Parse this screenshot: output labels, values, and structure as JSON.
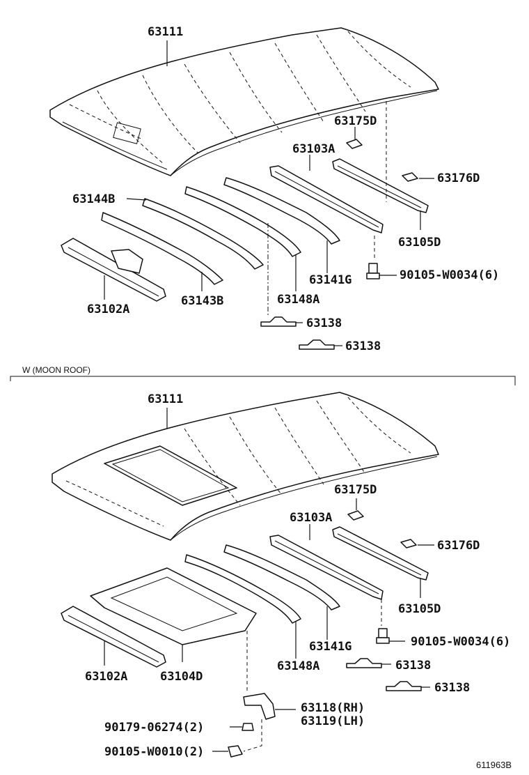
{
  "section_header": "W (MOON ROOF)",
  "reference_number": "611963B",
  "top_section": {
    "labels": {
      "roof_panel": "63111",
      "bracket_175": "63175D",
      "rail_103": "63103A",
      "bracket_176": "63176D",
      "bow_144": "63144B",
      "rail_105": "63105D",
      "bolt": "90105-W0034(6)",
      "bow_141": "63141G",
      "front_rail": "63102A",
      "bow_143": "63143B",
      "bow_148": "63148A",
      "clip_1": "63138",
      "clip_2": "63138"
    }
  },
  "bottom_section": {
    "labels": {
      "roof_panel": "63111",
      "bracket_175": "63175D",
      "rail_103": "63103A",
      "bracket_176": "63176D",
      "rail_105": "63105D",
      "bolt": "90105-W0034(6)",
      "bow_141": "63141G",
      "bow_148": "63148A",
      "clip_1": "63138",
      "clip_2": "63138",
      "front_rail": "63102A",
      "frame": "63104D",
      "bracket_rh": "63118(RH)",
      "bracket_lh": "63119(LH)",
      "screw": "90179-06274(2)",
      "bolt_2": "90105-W0010(2)"
    }
  }
}
